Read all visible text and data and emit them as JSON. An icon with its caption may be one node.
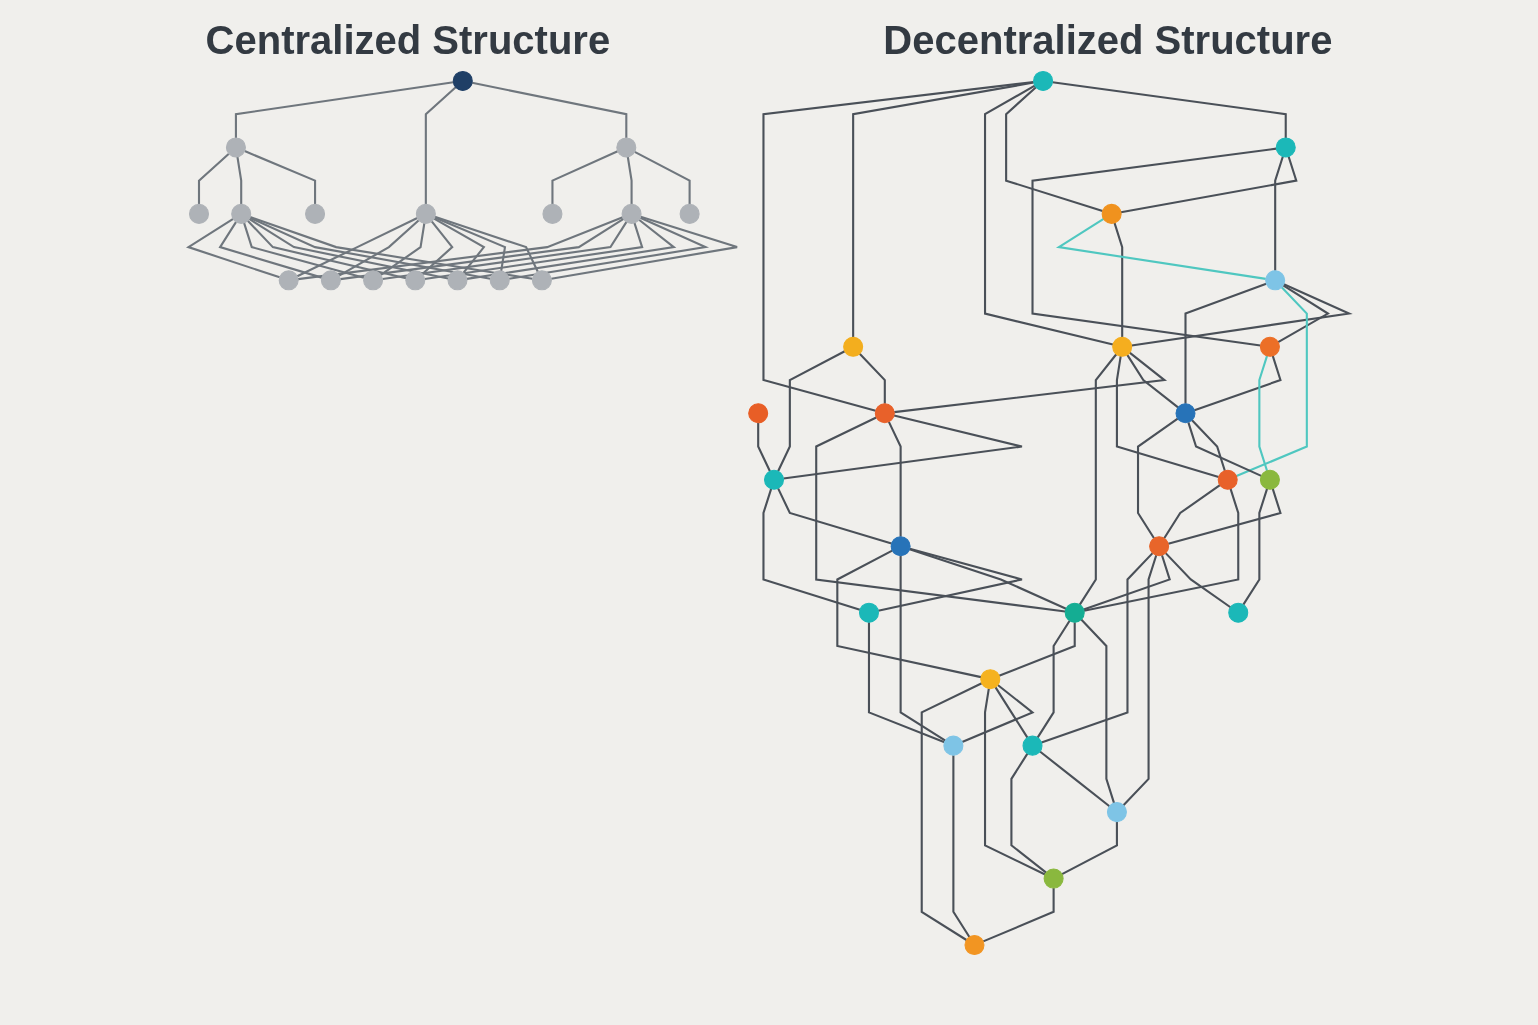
{
  "diagram": {
    "nodes": [
      {
        "text": [],
        "shape": "circle"
      },
      {
        "text": [],
        "shape": "circle"
      },
      {
        "text": [],
        "shape": "circle"
      },
      {
        "text": [],
        "shape": "circle"
      },
      {
        "text": [],
        "shape": "circle"
      },
      {
        "text": [],
        "shape": "circle"
      },
      {
        "text": [],
        "shape": "circle"
      },
      {
        "text": [],
        "shape": "circle"
      },
      {
        "text": [],
        "shape": "circle"
      },
      {
        "text": [],
        "shape": "circle"
      },
      {
        "text": [],
        "shape": "circle"
      },
      {
        "text": [],
        "shape": "circle"
      },
      {
        "text": [],
        "shape": "circle"
      },
      {
        "text": [],
        "shape": "circle"
      },
      {
        "text": [],
        "shape": "circle"
      },
      {
        "text": [],
        "shape": "circle"
      },
      {
        "text": [],
        "shape": "circle"
      },
      {
        "text": [],
        "shape": "circle"
      },
      {
        "text": [],
        "shape": "circle"
      },
      {
        "text": [],
        "shape": "circle"
      },
      {
        "text": [],
        "shape": "circle"
      },
      {
        "text": [],
        "shape": "circle"
      },
      {
        "text": [],
        "shape": "circle"
      },
      {
        "text": [],
        "shape": "circle"
      },
      {
        "text": [],
        "shape": "circle"
      },
      {
        "text": [],
        "shape": "circle"
      },
      {
        "text": [],
        "shape": "circle"
      },
      {
        "text": [],
        "shape": "circle"
      },
      {
        "text": [],
        "shape": "circle"
      },
      {
        "text": [],
        "shape": "circle"
      },
      {
        "text": [],
        "shape": "circle"
      },
      {
        "text": [],
        "shape": "circle"
      },
      {
        "text": [],
        "shape": "circle"
      },
      {
        "text": [],
        "shape": "circle"
      },
      {
        "text": [],
        "shape": "circle"
      },
      {
        "text": [],
        "shape": "circle"
      },
      {
        "text": [],
        "shape": "circle"
      },
      {
        "text": [],
        "shape": "circle"
      },
      {
        "text": [],
        "shape": "circle"
      },
      {
        "text": [],
        "shape": "circle"
      },
      {
        "text": [],
        "shape": "circle"
      }
    ],
    "edges": [
      {
        "from": 0,
        "to": 1,
        "arrow": "none"
      },
      {
        "from": 0,
        "to": 2,
        "arrow": "none"
      },
      {
        "from": 0,
        "to": 3,
        "arrow": "none"
      },
      {
        "from": 1,
        "to": 4,
        "arrow": "none"
      },
      {
        "from": 1,
        "to": 5,
        "arrow": "none"
      },
      {
        "from": 1,
        "to": 6,
        "arrow": "none"
      },
      {
        "from": 3,
        "to": 7,
        "arrow": "none"
      },
      {
        "from": 3,
        "to": 8,
        "arrow": "none"
      },
      {
        "from": 3,
        "to": 9,
        "arrow": "none"
      },
      {
        "from": 2,
        "to": 10,
        "arrow": "none"
      },
      {
        "from": 2,
        "to": 11,
        "arrow": "none"
      },
      {
        "from": 2,
        "to": 12,
        "arrow": "none"
      },
      {
        "from": 2,
        "to": 13,
        "arrow": "none"
      },
      {
        "from": 2,
        "to": 14,
        "arrow": "none"
      },
      {
        "from": 2,
        "to": 15,
        "arrow": "none"
      },
      {
        "from": 2,
        "to": 16,
        "arrow": "none"
      },
      {
        "from": 5,
        "to": 10,
        "arrow": "none"
      },
      {
        "from": 5,
        "to": 11,
        "arrow": "none"
      },
      {
        "from": 5,
        "to": 12,
        "arrow": "none"
      },
      {
        "from": 5,
        "to": 13,
        "arrow": "none"
      },
      {
        "from": 5,
        "to": 14,
        "arrow": "none"
      },
      {
        "from": 5,
        "to": 15,
        "arrow": "none"
      },
      {
        "from": 5,
        "to": 16,
        "arrow": "none"
      },
      {
        "from": 8,
        "to": 10,
        "arrow": "none"
      },
      {
        "from": 8,
        "to": 11,
        "arrow": "none"
      },
      {
        "from": 8,
        "to": 12,
        "arrow": "none"
      },
      {
        "from": 8,
        "to": 13,
        "arrow": "none"
      },
      {
        "from": 8,
        "to": 14,
        "arrow": "none"
      },
      {
        "from": 8,
        "to": 15,
        "arrow": "none"
      },
      {
        "from": 8,
        "to": 16,
        "arrow": "none"
      },
      {
        "from": 17,
        "to": 20,
        "arrow": "none"
      },
      {
        "from": 17,
        "to": 23,
        "arrow": "none"
      },
      {
        "from": 17,
        "to": 25,
        "arrow": "none"
      },
      {
        "from": 17,
        "to": 18,
        "arrow": "none"
      },
      {
        "from": 17,
        "to": 21,
        "arrow": "none"
      },
      {
        "from": 20,
        "to": 23,
        "arrow": "none"
      },
      {
        "from": 20,
        "to": 26,
        "arrow": "none"
      },
      {
        "from": 20,
        "to": 28,
        "arrow": "none"
      },
      {
        "from": 23,
        "to": 25,
        "arrow": "none"
      },
      {
        "from": 23,
        "to": 26,
        "arrow": "none",
        "color": "#4fc7c0"
      },
      {
        "from": 26,
        "to": 25,
        "arrow": "none"
      },
      {
        "from": 26,
        "to": 28,
        "arrow": "none"
      },
      {
        "from": 26,
        "to": 31,
        "arrow": "none",
        "color": "#4fc7c0"
      },
      {
        "from": 26,
        "to": 32,
        "arrow": "none"
      },
      {
        "from": 25,
        "to": 21,
        "arrow": "none"
      },
      {
        "from": 25,
        "to": 32,
        "arrow": "none"
      },
      {
        "from": 25,
        "to": 31,
        "arrow": "none"
      },
      {
        "from": 25,
        "to": 29,
        "arrow": "none"
      },
      {
        "from": 18,
        "to": 21,
        "arrow": "none"
      },
      {
        "from": 18,
        "to": 22,
        "arrow": "none"
      },
      {
        "from": 19,
        "to": 22,
        "arrow": "none"
      },
      {
        "from": 21,
        "to": 22,
        "arrow": "none"
      },
      {
        "from": 21,
        "to": 27,
        "arrow": "none"
      },
      {
        "from": 21,
        "to": 29,
        "arrow": "none"
      },
      {
        "from": 22,
        "to": 27,
        "arrow": "none"
      },
      {
        "from": 22,
        "to": 24,
        "arrow": "none"
      },
      {
        "from": 27,
        "to": 24,
        "arrow": "none"
      },
      {
        "from": 24,
        "to": 30,
        "arrow": "none"
      },
      {
        "from": 27,
        "to": 29,
        "arrow": "none"
      },
      {
        "from": 27,
        "to": 30,
        "arrow": "none"
      },
      {
        "from": 27,
        "to": 33,
        "arrow": "none"
      },
      {
        "from": 28,
        "to": 32,
        "arrow": "none"
      },
      {
        "from": 28,
        "to": 34,
        "arrow": "none",
        "color": "#4fc7c0"
      },
      {
        "from": 32,
        "to": 31,
        "arrow": "none"
      },
      {
        "from": 32,
        "to": 34,
        "arrow": "none"
      },
      {
        "from": 32,
        "to": 35,
        "arrow": "none"
      },
      {
        "from": 31,
        "to": 29,
        "arrow": "none"
      },
      {
        "from": 31,
        "to": 35,
        "arrow": "none"
      },
      {
        "from": 34,
        "to": 35,
        "arrow": "none"
      },
      {
        "from": 34,
        "to": 38,
        "arrow": "none"
      },
      {
        "from": 35,
        "to": 38,
        "arrow": "none"
      },
      {
        "from": 35,
        "to": 29,
        "arrow": "none"
      },
      {
        "from": 35,
        "to": 39,
        "arrow": "none"
      },
      {
        "from": 35,
        "to": 36,
        "arrow": "none"
      },
      {
        "from": 29,
        "to": 39,
        "arrow": "none"
      },
      {
        "from": 29,
        "to": 33,
        "arrow": "none"
      },
      {
        "from": 29,
        "to": 36,
        "arrow": "none"
      },
      {
        "from": 33,
        "to": 30,
        "arrow": "none"
      },
      {
        "from": 33,
        "to": 36,
        "arrow": "none"
      },
      {
        "from": 33,
        "to": 40,
        "arrow": "none"
      },
      {
        "from": 33,
        "to": 37,
        "arrow": "none"
      },
      {
        "from": 30,
        "to": 37,
        "arrow": "none"
      },
      {
        "from": 36,
        "to": 39,
        "arrow": "none"
      },
      {
        "from": 36,
        "to": 40,
        "arrow": "none"
      },
      {
        "from": 39,
        "to": 40,
        "arrow": "none"
      },
      {
        "from": 40,
        "to": 37,
        "arrow": "none"
      }
    ],
    "labels": [
      "Centralized Structure",
      "Decentralized Structure"
    ]
  }
}
